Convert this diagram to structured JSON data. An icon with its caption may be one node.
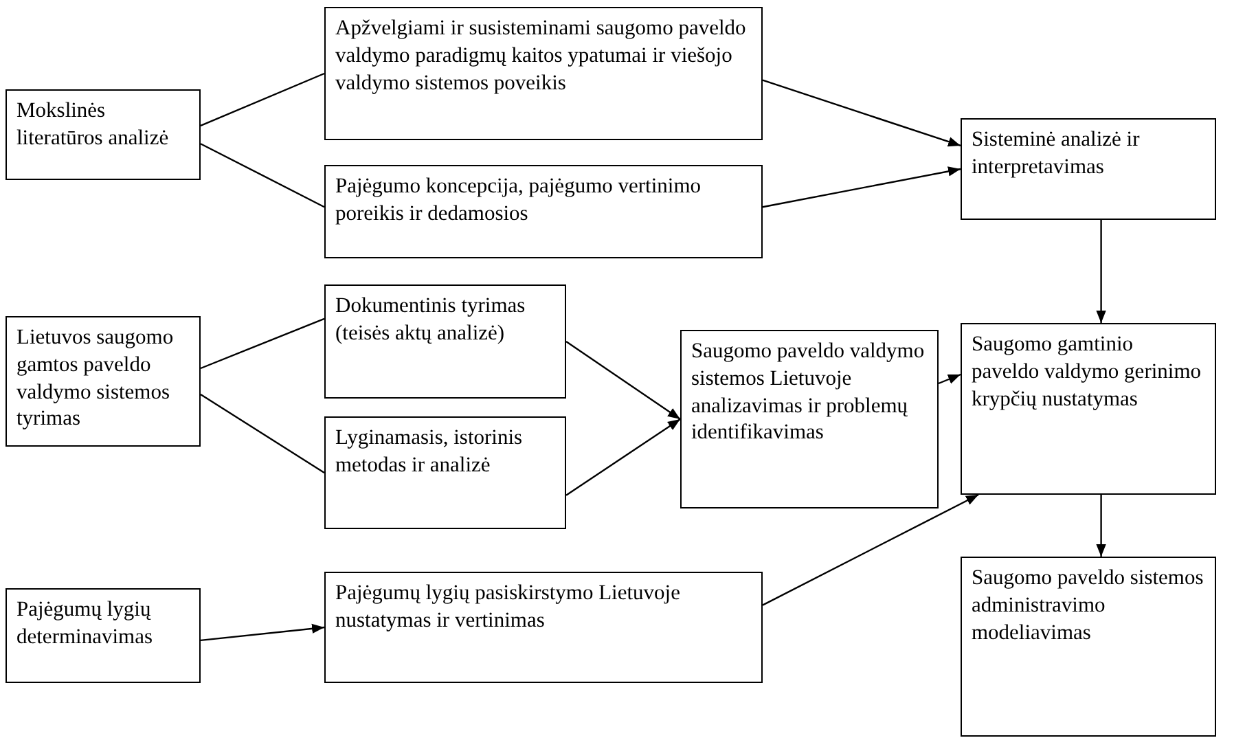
{
  "diagram": {
    "nodes": [
      {
        "text": [
          "Mokslinės literatūros analizė"
        ]
      },
      {
        "text": [
          "Apžvelgiami ir susisteminami saugomo paveldo valdymo paradigmų kaitos ypatumai ir viešojo valdymo sistemos poveikis"
        ]
      },
      {
        "text": [
          "Pajėgumo koncepcija, pajėgumo vertinimo poreikis ir dedamosios"
        ]
      },
      {
        "text": [
          "Sisteminė analizė ir interpretavimas"
        ]
      },
      {
        "text": [
          "Lietuvos saugomo gamtos paveldo valdymo sistemos tyrimas"
        ]
      },
      {
        "text": [
          "Dokumentinis tyrimas (teisės aktų analizė)"
        ]
      },
      {
        "text": [
          "Lyginamasis, istorinis metodas ir analizė"
        ]
      },
      {
        "text": [
          "Saugomo paveldo valdymo sistemos Lietuvoje analizavimas ir problemų identifikavimas"
        ]
      },
      {
        "text": [
          "Saugomo gamtinio paveldo valdymo gerinimo krypčių nustatymas"
        ]
      },
      {
        "text": [
          "Pajėgumų lygių determinavimas"
        ]
      },
      {
        "text": [
          "Pajėgumų lygių pasiskirstymo Lietuvoje nustatymas ir vertinimas"
        ]
      },
      {
        "text": [
          "Saugomo paveldo sistemos administravimo modeliavimas"
        ]
      }
    ],
    "edges": [
      {
        "from": 0,
        "to": 1,
        "arrow": "none"
      },
      {
        "from": 0,
        "to": 2,
        "arrow": "none"
      },
      {
        "from": 1,
        "to": 3,
        "arrow": "to"
      },
      {
        "from": 2,
        "to": 3,
        "arrow": "to"
      },
      {
        "from": 3,
        "to": 8,
        "arrow": "to"
      },
      {
        "from": 4,
        "to": 5,
        "arrow": "none"
      },
      {
        "from": 4,
        "to": 6,
        "arrow": "none"
      },
      {
        "from": 5,
        "to": 7,
        "arrow": "to"
      },
      {
        "from": 6,
        "to": 7,
        "arrow": "to"
      },
      {
        "from": 7,
        "to": 8,
        "arrow": "to"
      },
      {
        "from": 8,
        "to": 11,
        "arrow": "to"
      },
      {
        "from": 9,
        "to": 10,
        "arrow": "to"
      },
      {
        "from": 10,
        "to": 8,
        "arrow": "to"
      }
    ]
  }
}
